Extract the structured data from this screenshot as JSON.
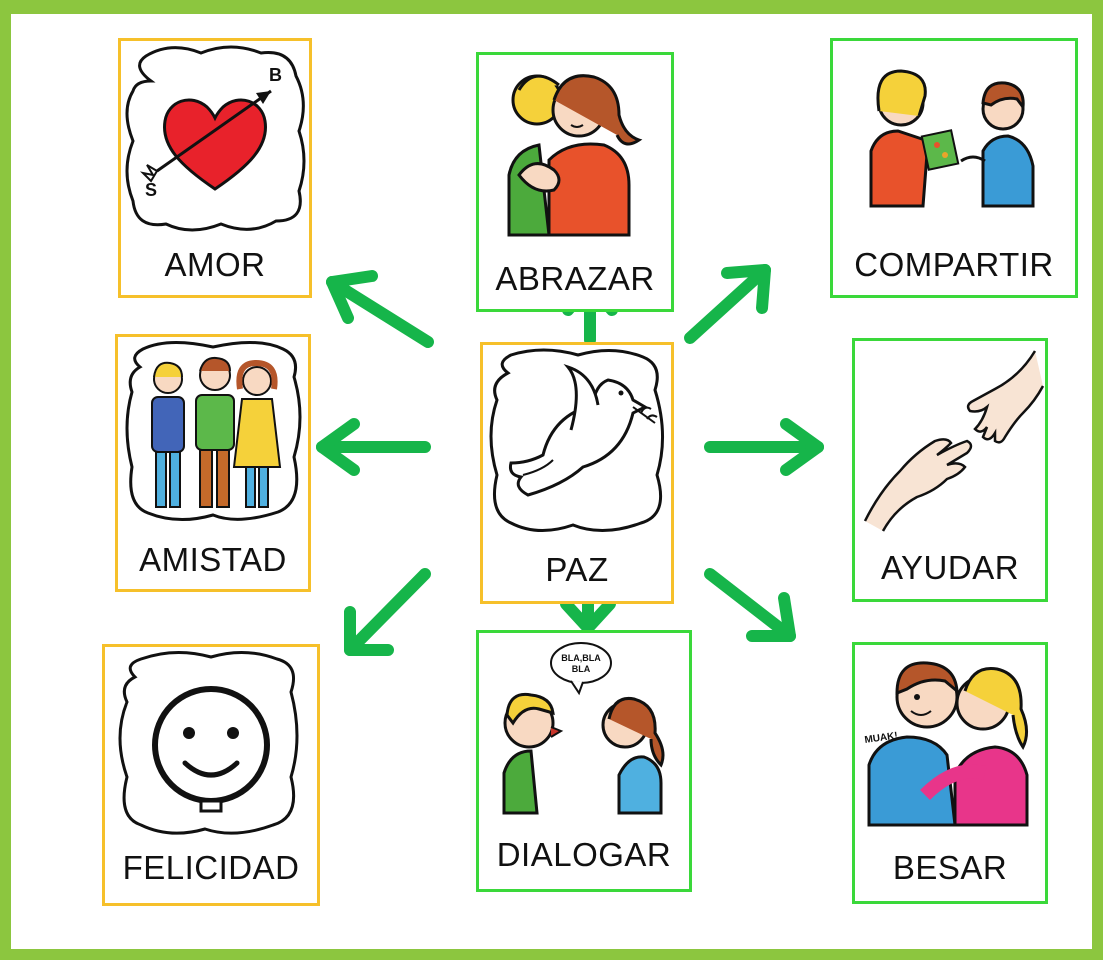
{
  "center": {
    "label": "PAZ",
    "icon": "dove-icon"
  },
  "cards": {
    "amor": {
      "label": "AMOR",
      "icon": "heart-arrow-icon",
      "heart_letters": [
        "B",
        "S"
      ]
    },
    "abrazar": {
      "label": "ABRAZAR",
      "icon": "hug-icon"
    },
    "compartir": {
      "label": "COMPARTIR",
      "icon": "share-gift-icon"
    },
    "amistad": {
      "label": "AMISTAD",
      "icon": "friends-group-icon"
    },
    "ayudar": {
      "label": "AYUDAR",
      "icon": "helping-hands-icon"
    },
    "felicidad": {
      "label": "FELICIDAD",
      "icon": "smiley-face-icon"
    },
    "dialogar": {
      "label": "DIALOGAR",
      "icon": "dialogue-icon",
      "bubble_text": [
        "BLA,BLA",
        "BLA"
      ]
    },
    "besar": {
      "label": "BESAR",
      "icon": "kiss-icon",
      "sound_text": "MUAK!"
    }
  },
  "colors": {
    "frame": "#8cc63f",
    "arrow": "#16b54a",
    "orange_border": "#f6c02a",
    "green_border": "#3ad83a",
    "heart": "#e8222b"
  }
}
